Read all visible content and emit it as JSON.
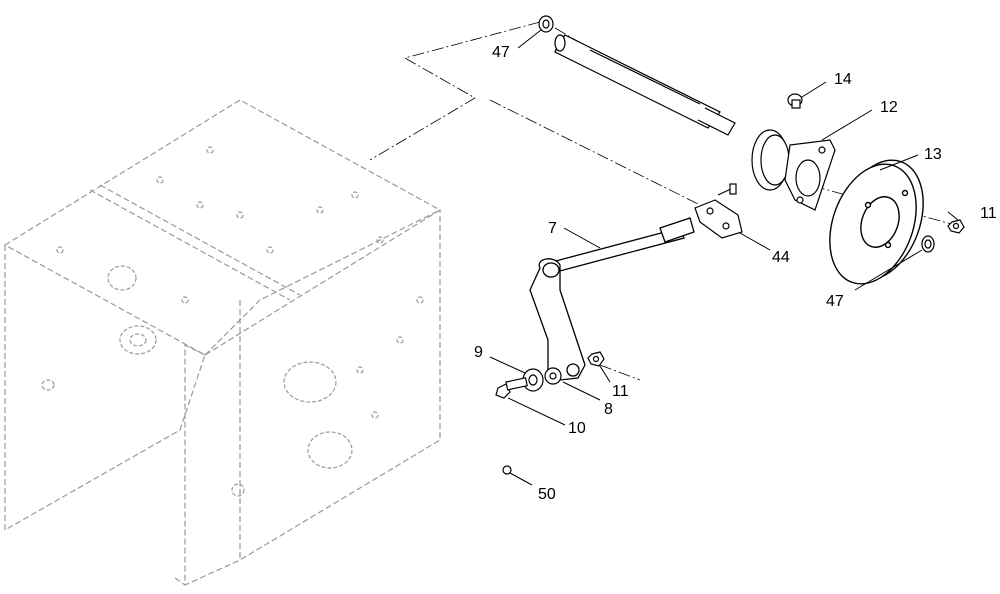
{
  "callouts": [
    {
      "id": "c47a",
      "label": "47"
    },
    {
      "id": "c14",
      "label": "14"
    },
    {
      "id": "c12",
      "label": "12"
    },
    {
      "id": "c13",
      "label": "13"
    },
    {
      "id": "c11a",
      "label": "11"
    },
    {
      "id": "c7",
      "label": "7"
    },
    {
      "id": "c44",
      "label": "44"
    },
    {
      "id": "c47b",
      "label": "47"
    },
    {
      "id": "c9",
      "label": "9"
    },
    {
      "id": "c11b",
      "label": "11"
    },
    {
      "id": "c8",
      "label": "8"
    },
    {
      "id": "c10",
      "label": "10"
    },
    {
      "id": "c50",
      "label": "50"
    }
  ],
  "colors": {
    "line": "#000000",
    "ghost": "#9a9a9a",
    "paper": "#ffffff"
  }
}
